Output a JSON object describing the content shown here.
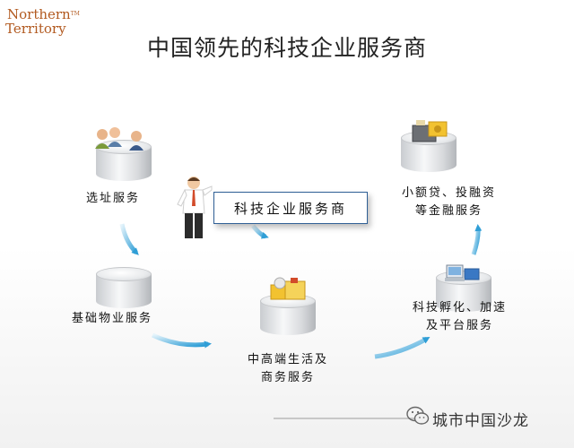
{
  "logo": {
    "line1": "Northern",
    "tm": "TM",
    "line2": "Territory"
  },
  "title": "中国领先的科技企业服务商",
  "center": "科技企业服务商",
  "nodes": {
    "site": "选址服务",
    "property": "基础物业服务",
    "life": [
      "中高端生活及",
      "商务服务"
    ],
    "incubation": [
      "科技孵化、加速",
      "及平台服务"
    ],
    "finance": [
      "小额贷、投融资",
      "等金融服务"
    ]
  },
  "brand": "城市中国沙龙",
  "colors": {
    "accent": "#3aa6d8",
    "box_border": "#2f5f95",
    "logo": "#b25a20"
  }
}
